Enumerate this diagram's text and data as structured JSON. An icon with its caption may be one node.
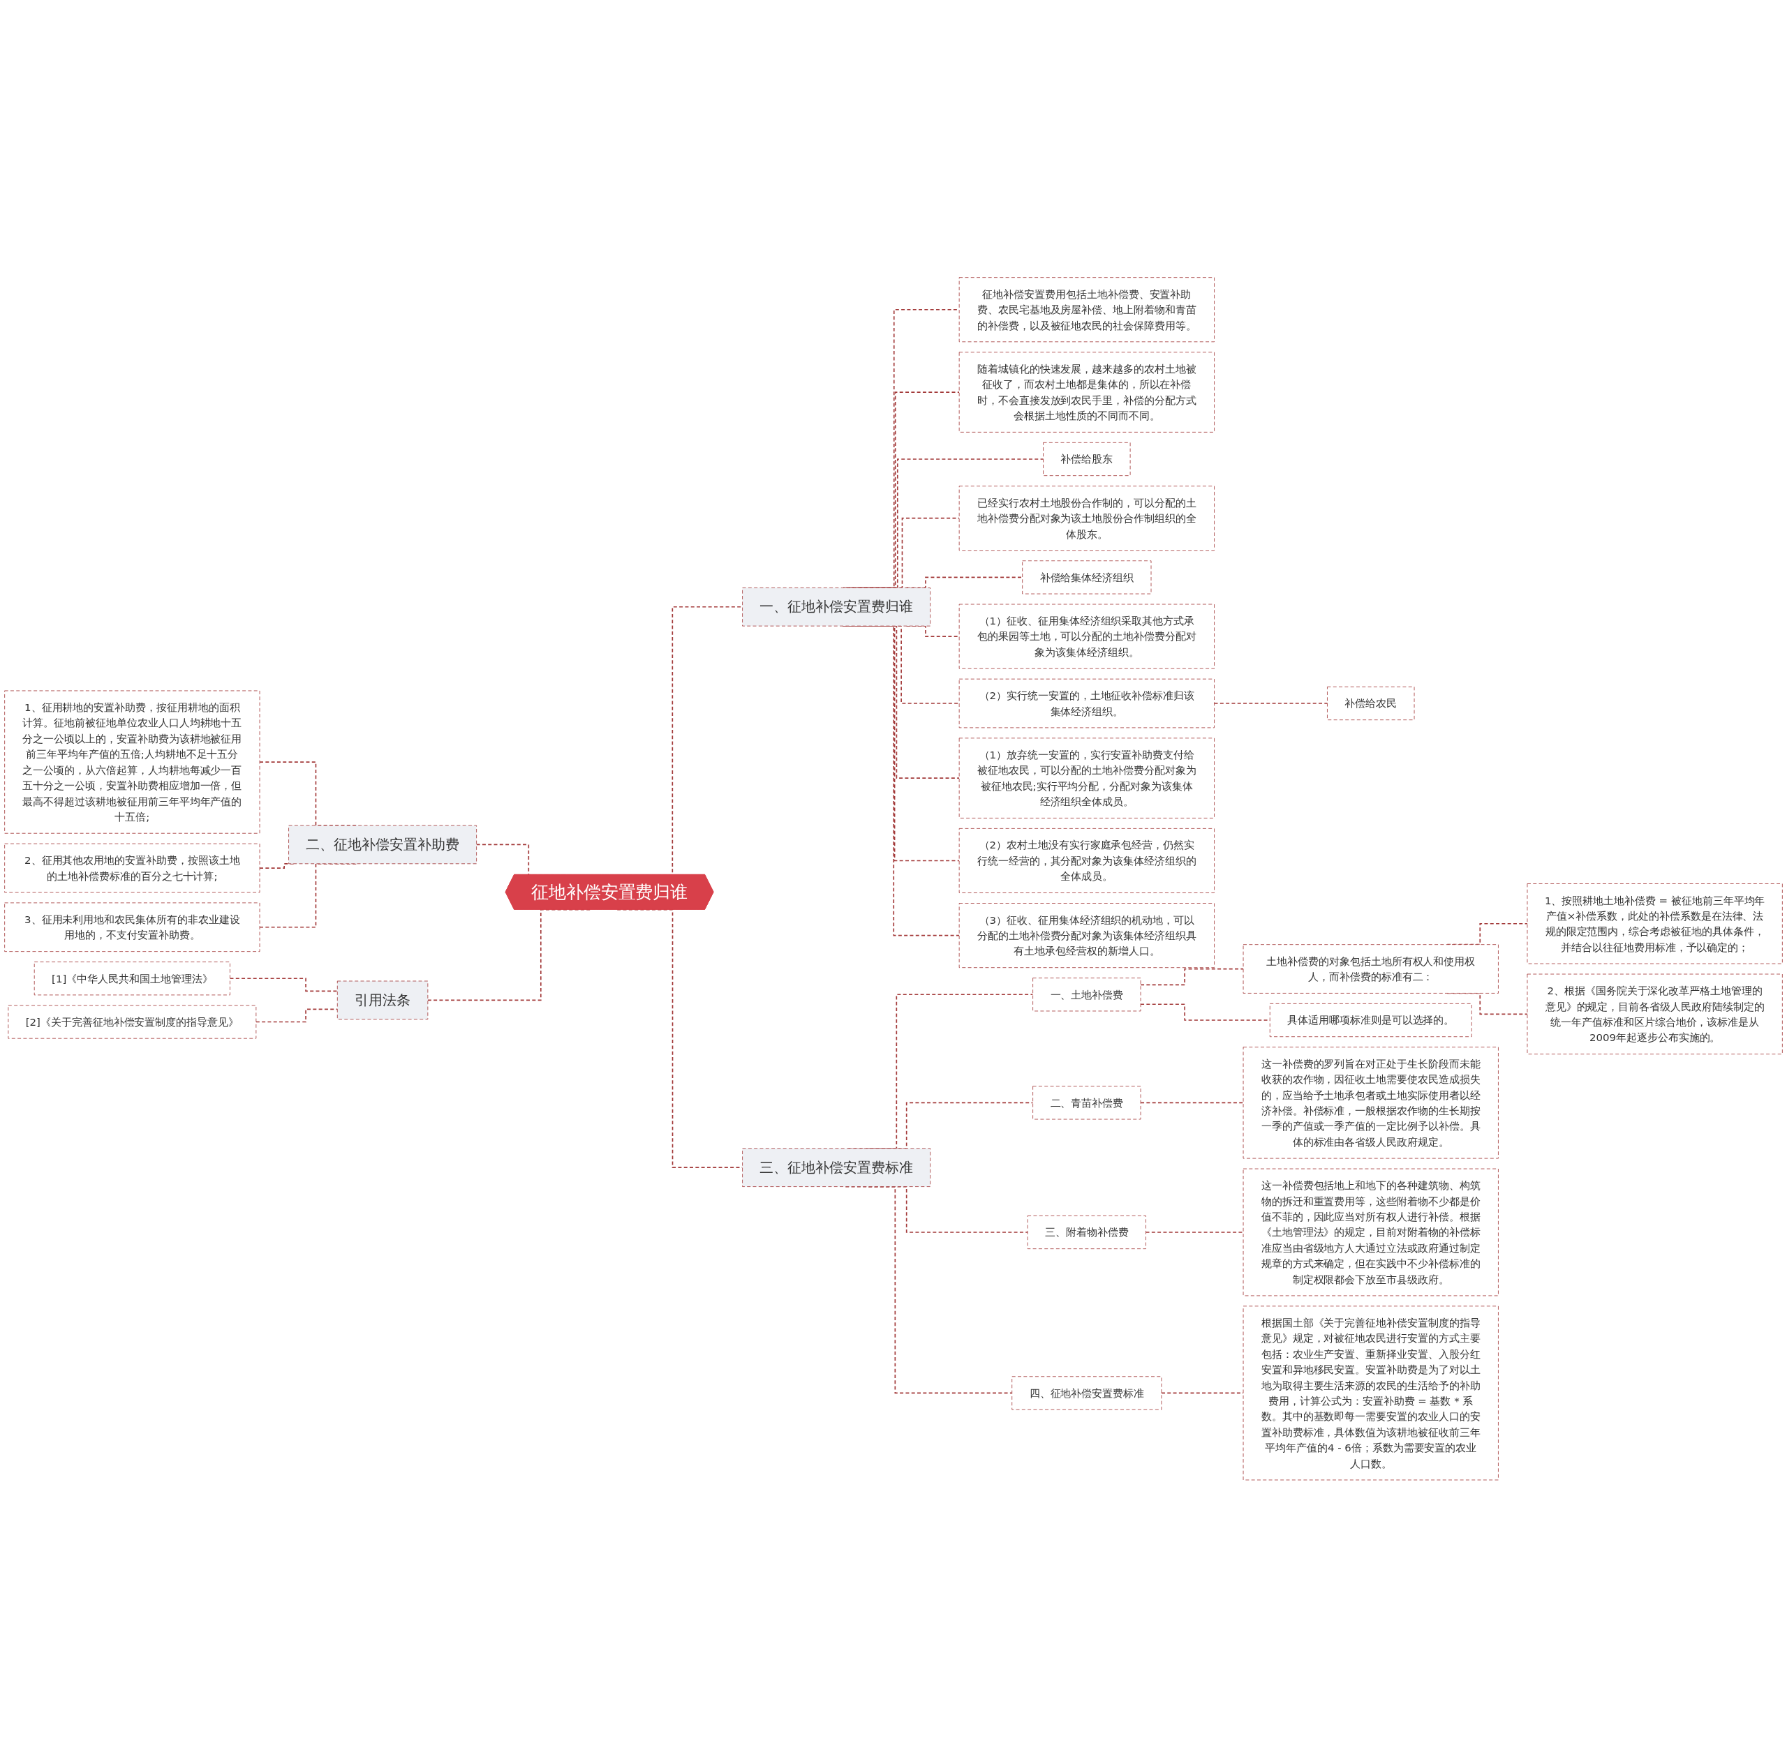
{
  "diagram": {
    "nodes": [
      {
        "text": [
          "征地补偿安置费归谁"
        ]
      },
      {
        "text": [
          "一、征地补偿安置费归谁"
        ]
      },
      {
        "text": [
          "征地补偿安置费用包括土地补偿费、安置补助费、农民宅基地及房屋补偿、地上附着物和青苗的补偿费，以及被征地农民的社会保障费用等。"
        ]
      },
      {
        "text": [
          "随着城镇化的快速发展，越来越多的农村土地被征收了，而农村土地都是集体的，所以在补偿时，不会直接发放到农民手里，补偿的分配方式会根据土地性质的不同而不同。"
        ]
      },
      {
        "text": [
          "补偿给股东"
        ]
      },
      {
        "text": [
          "已经实行农村土地股份合作制的，可以分配的土地补偿费分配对象为该土地股份合作制组织的全体股东。"
        ]
      },
      {
        "text": [
          "补偿给集体经济组织"
        ]
      },
      {
        "text": [
          "（1）征收、征用集体经济组织采取其他方式承包的果园等土地，可以分配的土地补偿费分配对象为该集体经济组织。"
        ]
      },
      {
        "text": [
          "（2）实行统一安置的，土地征收补偿标准归该集体经济组织。"
        ]
      },
      {
        "text": [
          "补偿给农民"
        ]
      },
      {
        "text": [
          "（1）放弃统一安置的，实行安置补助费支付给被征地农民，可以分配的土地补偿费分配对象为被征地农民;实行平均分配，分配对象为该集体经济组织全体成员。"
        ]
      },
      {
        "text": [
          "（2）农村土地没有实行家庭承包经营，仍然实行统一经营的，其分配对象为该集体经济组织的全体成员。"
        ]
      },
      {
        "text": [
          "（3）征收、征用集体经济组织的机动地，可以分配的土地补偿费分配对象为该集体经济组织具有土地承包经营权的新增人口。"
        ]
      },
      {
        "text": [
          "三、征地补偿安置费标准"
        ]
      },
      {
        "text": [
          "一、土地补偿费"
        ]
      },
      {
        "text": [
          "土地补偿费的对象包括土地所有权人和使用权人，而补偿费的标准有二："
        ]
      },
      {
        "text": [
          "1、按照耕地土地补偿费 = 被征地前三年平均年产值×补偿系数，此处的补偿系数是在法律、法规的限定范围内，综合考虑被征地的具体条件，并结合以往征地费用标准，予以确定的；"
        ]
      },
      {
        "text": [
          "2、根据《国务院关于深化改革严格土地管理的意见》的规定，目前各省级人民政府陆续制定的统一年产值标准和区片综合地价，该标准是从2009年起逐步公布实施的。"
        ]
      },
      {
        "text": [
          "具体适用哪项标准则是可以选择的。"
        ]
      },
      {
        "text": [
          "二、青苗补偿费"
        ]
      },
      {
        "text": [
          "这一补偿费的罗列旨在对正处于生长阶段而未能收获的农作物，因征收土地需要使农民造成损失的，应当给予土地承包者或土地实际使用者以经济补偿。补偿标准，一般根据农作物的生长期按一季的产值或一季产值的一定比例予以补偿。具体的标准由各省级人民政府规定。"
        ]
      },
      {
        "text": [
          "三、附着物补偿费"
        ]
      },
      {
        "text": [
          "这一补偿费包括地上和地下的各种建筑物、构筑物的拆迁和重置费用等，这些附着物不少都是价值不菲的，因此应当对所有权人进行补偿。根据《土地管理法》的规定，目前对附着物的补偿标准应当由省级地方人大通过立法或政府通过制定规章的方式来确定，但在实践中不少补偿标准的制定权限都会下放至市县级政府。"
        ]
      },
      {
        "text": [
          "四、征地补偿安置费标准"
        ]
      },
      {
        "text": [
          "根据国土部《关于完善征地补偿安置制度的指导意见》规定，对被征地农民进行安置的方式主要包括：农业生产安置、重新择业安置、入股分红安置和异地移民安置。安置补助费是为了对以土地为取得主要生活来源的农民的生活给予的补助费用，计算公式为：安置补助费 = 基数 * 系数。其中的基数即每一需要安置的农业人口的安置补助费标准，具体数值为该耕地被征收前三年平均年产值的4 - 6倍；系数为需要安置的农业人口数。"
        ]
      },
      {
        "text": [
          "二、征地补偿安置补助费"
        ]
      },
      {
        "text": [
          "1、征用耕地的安置补助费，按征用耕地的面积计算。征地前被征地单位农业人口人均耕地十五分之一公顷以上的，安置补助费为该耕地被征用前三年平均年产值的五倍;人均耕地不足十五分之一公顷的，从六倍起算，人均耕地每减少一百五十分之一公顷，安置补助费相应增加一倍，但最高不得超过该耕地被征用前三年平均年产值的十五倍;"
        ]
      },
      {
        "text": [
          "2、征用其他农用地的安置补助费，按照该土地的土地补偿费标准的百分之七十计算;"
        ]
      },
      {
        "text": [
          "3、征用未利用地和农民集体所有的非农业建设用地的，不支付安置补助费。"
        ]
      },
      {
        "text": [
          "引用法条"
        ]
      },
      {
        "text": [
          "[1]《中华人民共和国土地管理法》"
        ]
      },
      {
        "text": [
          "[2]《关于完善征地补偿安置制度的指导意见》"
        ]
      }
    ],
    "edges": [
      {
        "from": 0,
        "to": 1,
        "arrow": "none",
        "style": "dashed"
      },
      {
        "from": 1,
        "to": 2,
        "arrow": "none",
        "style": "dashed"
      },
      {
        "from": 1,
        "to": 3,
        "arrow": "none",
        "style": "dashed"
      },
      {
        "from": 1,
        "to": 4,
        "arrow": "none",
        "style": "dashed"
      },
      {
        "from": 1,
        "to": 5,
        "arrow": "none",
        "style": "dashed"
      },
      {
        "from": 1,
        "to": 6,
        "arrow": "none",
        "style": "dashed"
      },
      {
        "from": 1,
        "to": 7,
        "arrow": "none",
        "style": "dashed"
      },
      {
        "from": 1,
        "to": 8,
        "arrow": "none",
        "style": "dashed"
      },
      {
        "from": 8,
        "to": 9,
        "arrow": "none",
        "style": "dashed"
      },
      {
        "from": 1,
        "to": 10,
        "arrow": "none",
        "style": "dashed"
      },
      {
        "from": 1,
        "to": 11,
        "arrow": "none",
        "style": "dashed"
      },
      {
        "from": 1,
        "to": 12,
        "arrow": "none",
        "style": "dashed"
      },
      {
        "from": 0,
        "to": 13,
        "arrow": "none",
        "style": "dashed"
      },
      {
        "from": 13,
        "to": 14,
        "arrow": "none",
        "style": "dashed"
      },
      {
        "from": 14,
        "to": 15,
        "arrow": "none",
        "style": "dashed"
      },
      {
        "from": 15,
        "to": 16,
        "arrow": "none",
        "style": "dashed"
      },
      {
        "from": 15,
        "to": 17,
        "arrow": "none",
        "style": "dashed"
      },
      {
        "from": 14,
        "to": 18,
        "arrow": "none",
        "style": "dashed"
      },
      {
        "from": 13,
        "to": 19,
        "arrow": "none",
        "style": "dashed"
      },
      {
        "from": 19,
        "to": 20,
        "arrow": "none",
        "style": "dashed"
      },
      {
        "from": 13,
        "to": 21,
        "arrow": "none",
        "style": "dashed"
      },
      {
        "from": 21,
        "to": 22,
        "arrow": "none",
        "style": "dashed"
      },
      {
        "from": 13,
        "to": 23,
        "arrow": "none",
        "style": "dashed"
      },
      {
        "from": 23,
        "to": 24,
        "arrow": "none",
        "style": "dashed"
      },
      {
        "from": 25,
        "to": 0,
        "arrow": "none",
        "style": "dashed"
      },
      {
        "from": 26,
        "to": 25,
        "arrow": "none",
        "style": "dashed"
      },
      {
        "from": 27,
        "to": 25,
        "arrow": "none",
        "style": "dashed"
      },
      {
        "from": 28,
        "to": 25,
        "arrow": "none",
        "style": "dashed"
      },
      {
        "from": 29,
        "to": 0,
        "arrow": "none",
        "style": "dashed"
      },
      {
        "from": 30,
        "to": 29,
        "arrow": "none",
        "style": "dashed"
      },
      {
        "from": 31,
        "to": 29,
        "arrow": "none",
        "style": "dashed"
      }
    ]
  }
}
